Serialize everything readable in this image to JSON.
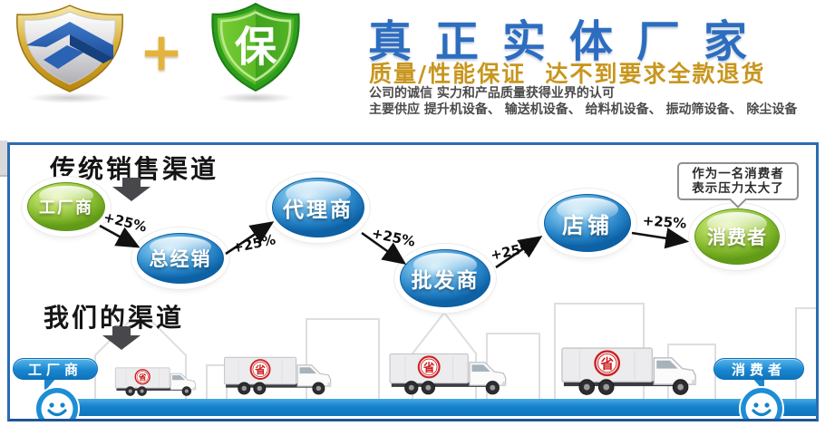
{
  "header": {
    "plus": "+",
    "green_badge_label": "保",
    "title": "真正实体厂家",
    "subtitle": "质量/性能保证  达不到要求全款退货",
    "tagline1": "公司的诚信 实力和产品质量获得业界的认可",
    "tagline2": "主要供应 提升机设备、 输送机设备、 给料机设备、 振动筛设备、 除尘设备"
  },
  "diagram": {
    "traditional_channel_title": "传统销售渠道",
    "our_channel_title": "我们的渠道",
    "markup": "+25%",
    "nodes": [
      {
        "label": "工厂商",
        "color": "green"
      },
      {
        "label": "总经销",
        "color": "blue"
      },
      {
        "label": "代理商",
        "color": "blue"
      },
      {
        "label": "批发商",
        "color": "blue"
      },
      {
        "label": "店铺",
        "color": "blue"
      },
      {
        "label": "消费者",
        "color": "green"
      }
    ],
    "callout_line1": "作为一名消费者",
    "callout_line2": "表示压力太大了",
    "factory_label": "工厂商",
    "consumer_label": "消费者",
    "save_stamp": "省"
  },
  "colors": {
    "title_blue": "#2d6dbf",
    "subtitle_gold": "#c8961e",
    "panel_border": "#2b6cb2",
    "road_blue": "#1583cd",
    "bubble_blue": "#2a87ca",
    "bubble_green": "#86bb2f",
    "stamp_red": "#cc2222"
  }
}
